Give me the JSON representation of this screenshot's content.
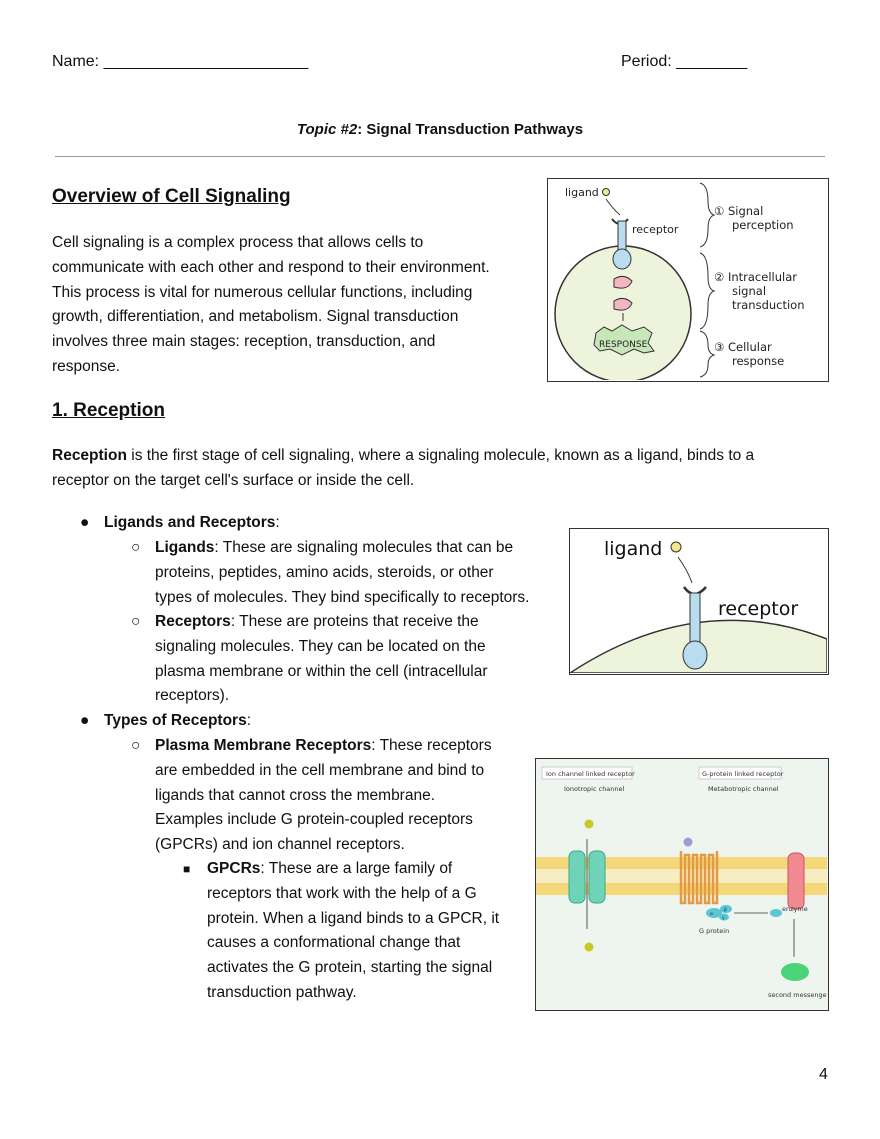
{
  "header": {
    "name_label": "Name: _______________________",
    "period_label": "Period: ________"
  },
  "topic": {
    "prefix": "Topic #2",
    "title": ": Signal Transduction Pathways"
  },
  "overview": {
    "heading": "Overview of Cell Signaling",
    "lines": [
      "Cell signaling is a complex process that allows cells to",
      "communicate with each other and respond to their environment.",
      "This process is vital for numerous cellular functions, including",
      "growth, differentiation, and metabolism. Signal transduction",
      "involves three main stages: reception, transduction, and",
      "response."
    ]
  },
  "figure1": {
    "ligand": "ligand",
    "receptor": "receptor",
    "response": "RESPONSE",
    "stage1": [
      "① Signal",
      "perception"
    ],
    "stage2": [
      "② Intracellular",
      "signal",
      "transduction"
    ],
    "stage3": [
      "③ Cellular",
      "response"
    ]
  },
  "reception": {
    "heading": "1. Reception",
    "bold": "Reception",
    "line1": " is the first stage of cell signaling, where a signaling molecule, known as a ligand, binds to a",
    "line2": "receptor on the target cell's surface or inside the cell."
  },
  "ligands_receptors": {
    "title": "Ligands and Receptors",
    "colon": ":",
    "ligands_bold": "Ligands",
    "ligands_lines": [
      ": These are signaling molecules that can be",
      "proteins, peptides, amino acids, steroids, or other",
      "types of molecules. They bind specifically to receptors."
    ],
    "receptors_bold": "Receptors",
    "receptors_lines": [
      ": These are proteins that receive the",
      "signaling molecules. They can be located on the",
      "plasma membrane or within the cell (intracellular",
      "receptors)."
    ]
  },
  "figure2": {
    "ligand": "ligand",
    "receptor": "receptor"
  },
  "types": {
    "title": "Types of Receptors",
    "colon": ":",
    "pm_bold": "Plasma Membrane Receptors",
    "pm_lines": [
      ": These receptors",
      "are embedded in the cell membrane and bind to",
      "ligands that cannot cross the membrane.",
      "Examples include G protein-coupled receptors",
      "(GPCRs) and ion channel receptors."
    ],
    "gpcr_bold": "GPCRs",
    "gpcr_lines": [
      ": These are a large family of",
      "receptors that work with the help of a G",
      "protein. When a ligand binds to a GPCR, it",
      "causes a conformational change that",
      "activates the G protein, starting the signal",
      "transduction pathway."
    ]
  },
  "figure3": {
    "left_label": "Ion channel linked receptor",
    "left_sub": "Ionotropic channel",
    "right_label": "G-protein linked receptor",
    "right_sub": "Metabotropic channel",
    "enzyme": "enzyme",
    "g_protein": "G protein",
    "second_messenger": "second messenger",
    "alpha": "α",
    "beta": "β",
    "gamma": "γ"
  },
  "bullets": {
    "disc": "●",
    "circle": "○",
    "square": "■"
  },
  "footer": {
    "page_number": "4"
  }
}
